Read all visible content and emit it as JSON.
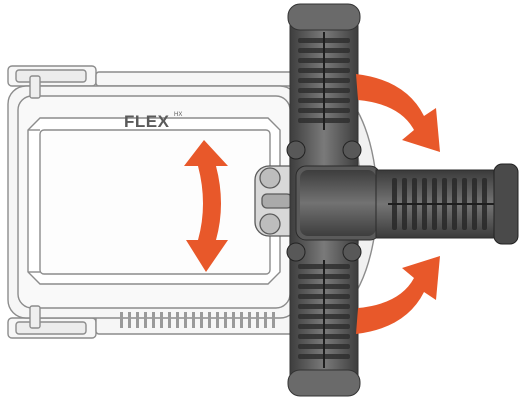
{
  "device": {
    "brand_label": "FLEX",
    "brand_superscript": "HX",
    "view": "top",
    "parts": [
      "gripper-frame",
      "handle-bar",
      "side-grip",
      "rotation-arrows"
    ]
  },
  "colors": {
    "arrow": "#e8582a",
    "grip_dark": "#4a4a4a",
    "grip_mid": "#6b6b6b",
    "frame_line": "#8c8c8c",
    "frame_fill": "#f4f4f4"
  },
  "icons": [
    "rotate-arrow-icon"
  ]
}
